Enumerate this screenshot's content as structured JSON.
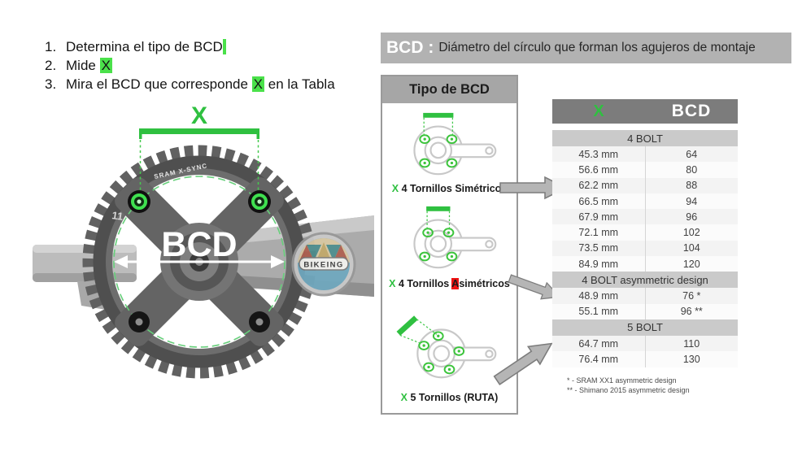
{
  "instructions": {
    "items": [
      {
        "num": "1.",
        "pre": "Determina el tipo de BCD",
        "hl": "",
        "post": ""
      },
      {
        "num": "2.",
        "pre": "Mide ",
        "hl": "X",
        "post": ""
      },
      {
        "num": "3.",
        "pre": "Mira el BCD que corresponde ",
        "hl": "X",
        "post": " en la Tabla"
      }
    ]
  },
  "definition": {
    "term": "BCD :",
    "text": "Diámetro del círculo que forman los agujeros de montaje"
  },
  "figure": {
    "x_label": "X",
    "bcd_label": "BCD",
    "ring_size": "11",
    "brand": "SRAM X-SYNC",
    "badge": "BIKEING"
  },
  "type_panel": {
    "title": "Tipo de BCD",
    "types": [
      {
        "x": "X",
        "pre": "4 Tornillos Simétricos",
        "red": "",
        "post": ""
      },
      {
        "x": "X",
        "pre": "4 Tornillos ",
        "red": "A",
        "post": "simétricos"
      },
      {
        "x": "X",
        "pre": "5 Tornillos (RUTA)",
        "red": "",
        "post": ""
      }
    ]
  },
  "table": {
    "header": {
      "x": "X",
      "bcd": "BCD"
    },
    "sections": [
      {
        "title": "4 BOLT",
        "rows": [
          [
            "45.3 mm",
            "64"
          ],
          [
            "56.6 mm",
            "80"
          ],
          [
            "62.2 mm",
            "88"
          ],
          [
            "66.5 mm",
            "94"
          ],
          [
            "67.9 mm",
            "96"
          ],
          [
            "72.1 mm",
            "102"
          ],
          [
            "73.5 mm",
            "104"
          ],
          [
            "84.9 mm",
            "120"
          ]
        ]
      },
      {
        "title": "4 BOLT asymmetric design",
        "rows": [
          [
            "48.9 mm",
            "76 *"
          ],
          [
            "55.1 mm",
            "96 **"
          ]
        ]
      },
      {
        "title": "5 BOLT",
        "rows": [
          [
            "64.7 mm",
            "110"
          ],
          [
            "76.4 mm",
            "130"
          ]
        ]
      }
    ],
    "footnotes": [
      "*  - SRAM XX1 asymmetric design",
      "** - Shimano 2015 asymmetric design"
    ]
  },
  "colors": {
    "green": "#2fc040",
    "highlight": "#4ae14a",
    "red": "#ee1111",
    "header_gray": "#7c7c7c"
  }
}
